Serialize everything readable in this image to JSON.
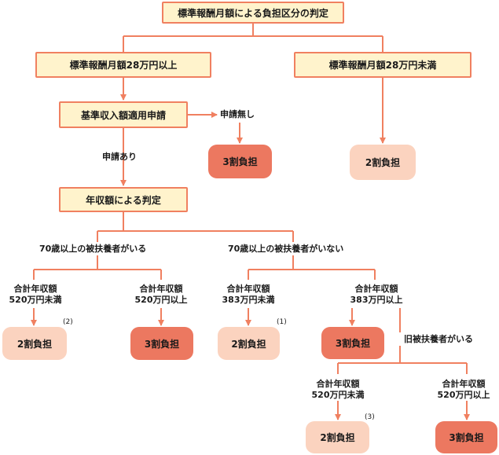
{
  "boxes": {
    "root": "標準報酬月額による負担区分の判定",
    "over28": "標準報酬月額28万円以上",
    "under28": "標準報酬月額28万円未満",
    "application": "基準収入額適用申請",
    "annual_income": "年収額による判定"
  },
  "results": {
    "r_no_app": "3割負担",
    "r_under28": "2割負担",
    "r_a": "2割負担",
    "r_b": "3割負担",
    "r_c": "2割負担",
    "r_d": "3割負担",
    "r_e": "2割負担",
    "r_f": "3割負担"
  },
  "labels": {
    "no_application": "申請無し",
    "with_application": "申請あり",
    "with_dependents": "70歳以上の被扶養者がいる",
    "without_dependents": "70歳以上の被扶養者がいない",
    "former_dependents": "旧被扶養者がいる",
    "a_line1": "合計年収額",
    "a_line2": "520万円未満",
    "b_line1": "合計年収額",
    "b_line2": "520万円以上",
    "c_line1": "合計年収額",
    "c_line2": "383万円未満",
    "d_line1": "合計年収額",
    "d_line2": "383万円以上",
    "e_line1": "合計年収額",
    "e_line2": "520万円未満",
    "f_line1": "合計年収額",
    "f_line2": "520万円以上"
  },
  "notes": {
    "n2": "(2)",
    "n1": "(1)",
    "n3": "(3)"
  },
  "colors": {
    "line": "#f08060",
    "box_fill": "#fff3cc",
    "light_result": "#fbd3bf",
    "dark_result": "#ec7860"
  }
}
